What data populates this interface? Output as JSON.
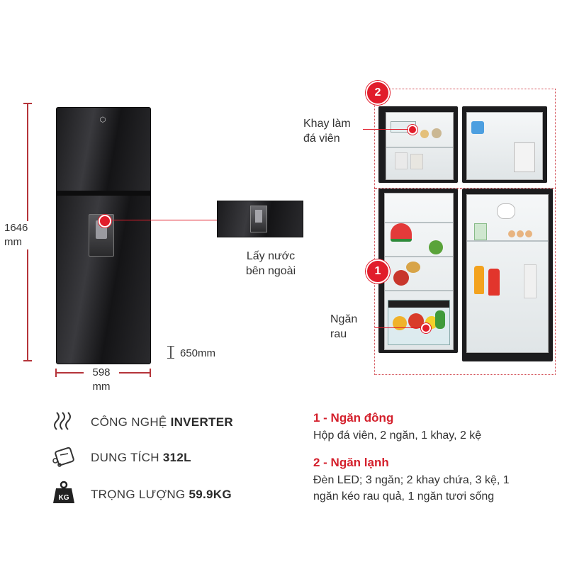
{
  "dimensions": {
    "height_value": "1646",
    "height_unit": "mm",
    "width_value": "598",
    "width_unit": "mm",
    "depth_label": "650mm"
  },
  "dispenser": {
    "line1": "Lấy nước",
    "line2": "bên ngoài"
  },
  "interior_labels": {
    "ice_tray_line1": "Khay làm",
    "ice_tray_line2": "đá viên",
    "veg_line1": "Ngăn",
    "veg_line2": "rau"
  },
  "badges": {
    "freezer": "1",
    "fridge": "2"
  },
  "features": [
    {
      "icon": "inverter-icon",
      "prefix": "CÔNG NGHỆ ",
      "strong": "INVERTER"
    },
    {
      "icon": "capacity-icon",
      "prefix": "DUNG TÍCH ",
      "strong": "312L"
    },
    {
      "icon": "weight-icon",
      "prefix": "TRỌNG LƯỢNG ",
      "strong": "59.9KG",
      "icon_text": "KG"
    }
  ],
  "specs": [
    {
      "title": "1 - Ngăn đông",
      "desc": "Hộp đá viên, 2 ngăn, 1 khay, 2 kệ"
    },
    {
      "title": "2 - Ngăn lạnh",
      "desc_line1": "Đèn LED; 3 ngăn; 2 khay chứa, 3 kệ, 1",
      "desc_line2": "ngăn kéo rau quả, 1 ngăn tươi sống"
    }
  ],
  "colors": {
    "accent": "#e11d2b",
    "dimension_line": "#b5343a",
    "fridge_black": "#1b1b1d"
  }
}
